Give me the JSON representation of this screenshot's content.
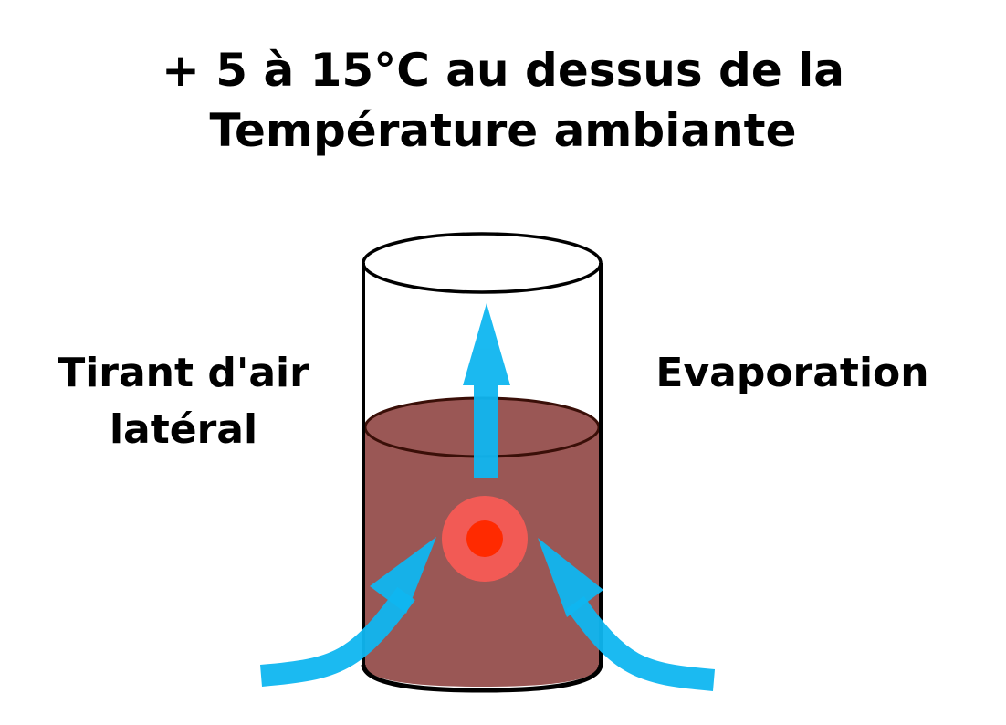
{
  "title": {
    "line1": "+ 5 à 15°C au dessus de la",
    "line2": "Température ambiante"
  },
  "labels": {
    "left_line1": "Tirant d'air",
    "left_line2": "latéral",
    "right": "Evaporation"
  },
  "colors": {
    "liquid": "#9a5755",
    "liquid_surface_border": "#3a0f08",
    "arrow": "#0fb6f0",
    "heat_outer": "#f25a55",
    "heat_inner": "#ff2a00",
    "outline": "#000000"
  }
}
